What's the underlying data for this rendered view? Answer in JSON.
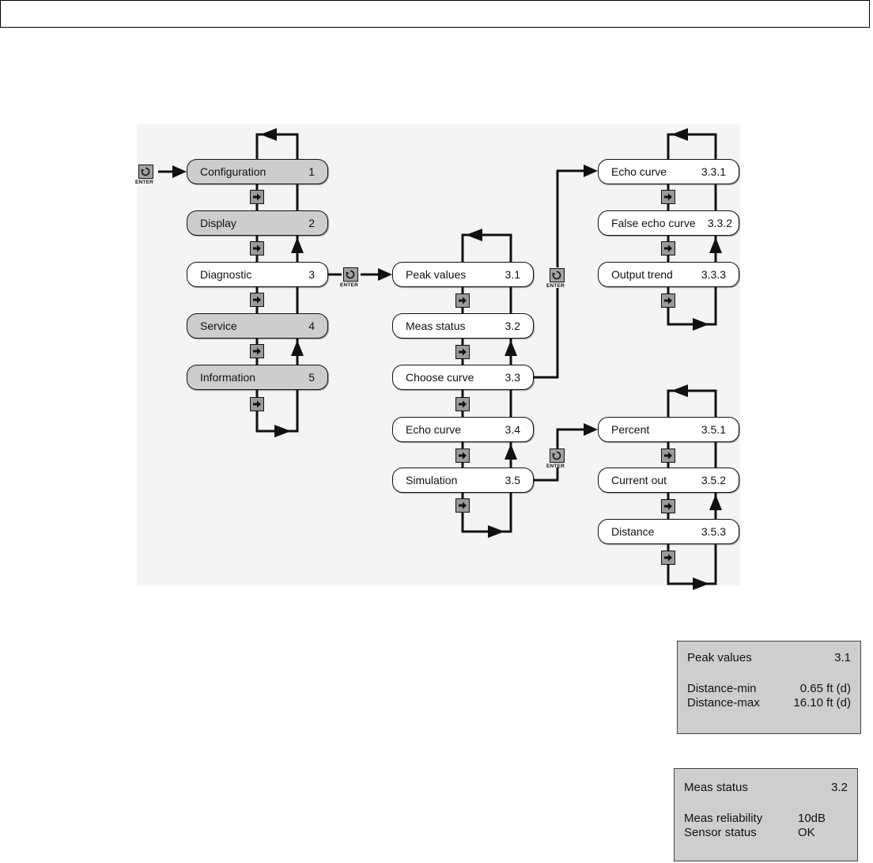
{
  "menus": {
    "main": [
      {
        "label": "Configuration",
        "num": "1"
      },
      {
        "label": "Display",
        "num": "2"
      },
      {
        "label": "Diagnostic",
        "num": "3"
      },
      {
        "label": "Service",
        "num": "4"
      },
      {
        "label": "Information",
        "num": "5"
      }
    ],
    "diagnostic": [
      {
        "label": "Peak values",
        "num": "3.1"
      },
      {
        "label": "Meas status",
        "num": "3.2"
      },
      {
        "label": "Choose curve",
        "num": "3.3"
      },
      {
        "label": "Echo curve",
        "num": "3.4"
      },
      {
        "label": "Simulation",
        "num": "3.5"
      }
    ],
    "choose_curve": [
      {
        "label": "Echo curve",
        "num": "3.3.1"
      },
      {
        "label": "False echo curve",
        "num": "3.3.2"
      },
      {
        "label": "Output trend",
        "num": "3.3.3"
      }
    ],
    "simulation": [
      {
        "label": "Percent",
        "num": "3.5.1"
      },
      {
        "label": "Current out",
        "num": "3.5.2"
      },
      {
        "label": "Distance",
        "num": "3.5.3"
      }
    ]
  },
  "enter_label": "ENTER",
  "icons": {
    "enter_key": "enter-rotate-icon",
    "next_key": "right-arrow-icon"
  },
  "displays": {
    "peak": {
      "title": "Peak values",
      "num": "3.1",
      "rows": [
        {
          "label": "Distance-min",
          "value": "0.65 ft (d)"
        },
        {
          "label": "Distance-max",
          "value": "16.10 ft (d)"
        }
      ]
    },
    "meas": {
      "title": "Meas status",
      "num": "3.2",
      "rows": [
        {
          "label": "Meas reliability",
          "value": "10dB"
        },
        {
          "label": "Sensor status",
          "value": "OK"
        }
      ]
    }
  },
  "colors": {
    "grey_box": "#cdcdcd",
    "lcd_background": "#cecece",
    "button": "#9a9a9a"
  }
}
